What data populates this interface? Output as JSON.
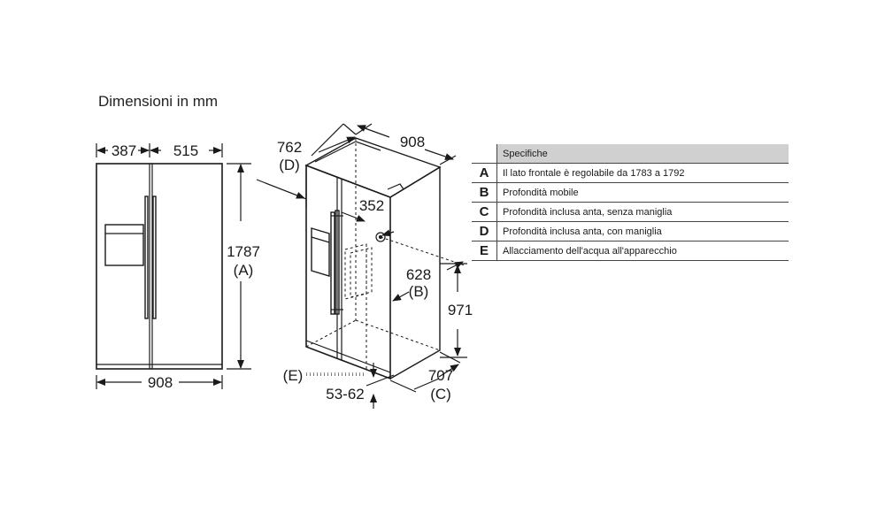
{
  "title": "Dimensioni in mm",
  "front_view": {
    "dim_left_door": "387",
    "dim_right_door": "515",
    "dim_height": "1787",
    "dim_height_ref": "(A)",
    "dim_width": "908"
  },
  "iso_view": {
    "dim_depth_handle": "762",
    "dim_depth_handle_ref": "(D)",
    "dim_width": "908",
    "dim_water_offset": "352",
    "dim_depth_mobile": "628",
    "dim_depth_mobile_ref": "(B)",
    "dim_height_side": "971",
    "dim_depth_door": "707",
    "dim_depth_door_ref": "(C)",
    "water_ref": "(E)",
    "dim_water_height": "53-62"
  },
  "specs": {
    "header": "Specifiche",
    "rows": [
      {
        "key": "A",
        "label": "Il lato frontale è regolabile da 1783 a 1792"
      },
      {
        "key": "B",
        "label": "Profondità mobile"
      },
      {
        "key": "C",
        "label": "Profondità inclusa anta, senza maniglia"
      },
      {
        "key": "D",
        "label": "Profondità inclusa anta, con maniglia"
      },
      {
        "key": "E",
        "label": "Allacciamento dell'acqua all'apparecchio"
      }
    ]
  },
  "colors": {
    "line": "#1a1a1a",
    "table_header_bg": "#d0d0d0"
  }
}
